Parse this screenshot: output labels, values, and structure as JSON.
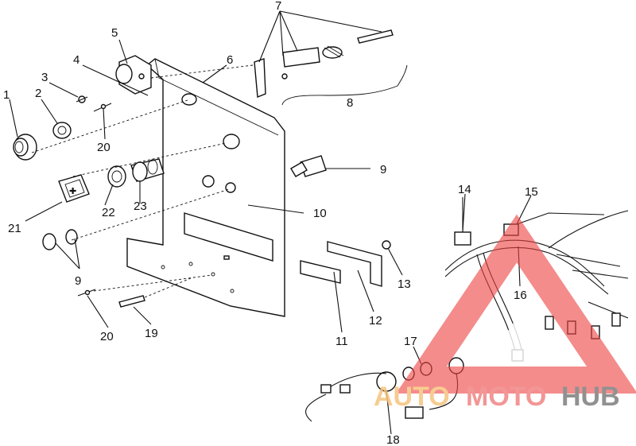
{
  "diagram": {
    "callouts": {
      "c1": "1",
      "c2": "2",
      "c3": "3",
      "c4": "4",
      "c5": "5",
      "c6": "6",
      "c7": "7",
      "c8": "8",
      "c9a": "9",
      "c9b": "9",
      "c10": "10",
      "c11": "11",
      "c12": "12",
      "c13": "13",
      "c14": "14",
      "c15": "15",
      "c16": "16",
      "c17": "17",
      "c18": "18",
      "c19": "19",
      "c20a": "20",
      "c20b": "20",
      "c21": "21",
      "c22": "22",
      "c23": "23"
    }
  },
  "watermark": {
    "part1": "AUTO",
    "part2": "MOTO",
    "part3": "HUB",
    "colors": {
      "auto": "#f5c27a",
      "moto": "#f08080",
      "hub": "#7a7a7a",
      "triangle": "#ee4444"
    }
  }
}
